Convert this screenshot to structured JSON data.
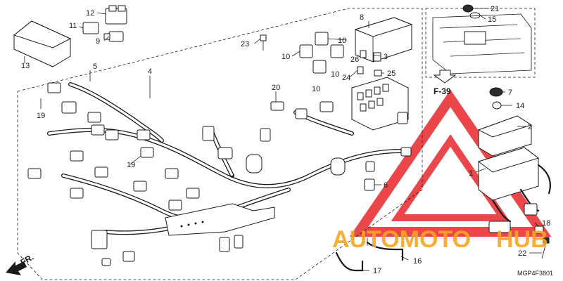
{
  "diagram": {
    "part_numbers": {
      "p1": "1",
      "p2": "2",
      "p3": "3",
      "p4": "4",
      "p5": "5",
      "p6": "6",
      "p7": "7",
      "p8": "8",
      "p9": "9",
      "p10a": "10",
      "p10b": "10",
      "p10c": "10",
      "p10d": "10",
      "p11": "11",
      "p12": "12",
      "p13": "13",
      "p14": "14",
      "p15": "15",
      "p16": "16",
      "p17": "17",
      "p18": "18",
      "p19a": "19",
      "p19b": "19",
      "p20": "20",
      "p21": "21",
      "p22": "22",
      "p23": "23",
      "p24": "24",
      "p25": "25",
      "p26": "26"
    },
    "figure_reference": "F-39",
    "front_label": "FR.",
    "diagram_code": "MGP4F3801",
    "watermark": {
      "brand_left": "AUTOMOTO",
      "brand_right": "HUB",
      "color_red": "#e8282b",
      "color_orange": "#f5a623"
    }
  }
}
